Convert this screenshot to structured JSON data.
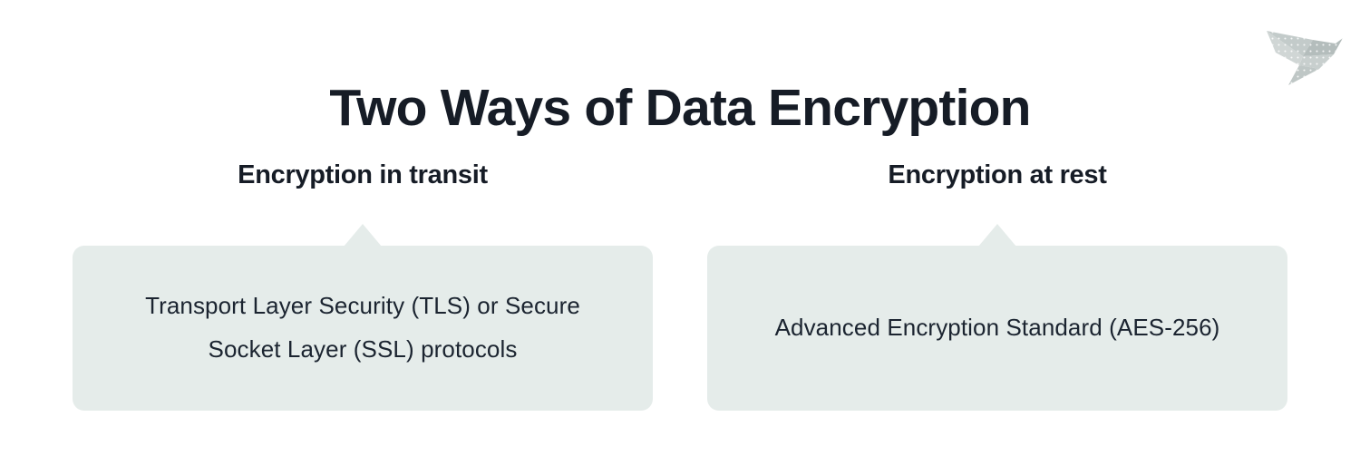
{
  "page": {
    "title": "Two Ways of Data Encryption",
    "background_color": "#ffffff",
    "title_color": "#161c26",
    "card_color": "#e5ecea",
    "body_text_color": "#1b2430",
    "logo_color": "#b9c1c1"
  },
  "logo": {
    "name": "origami-bird-logo",
    "alt": "Origami bird logo"
  },
  "columns": [
    {
      "heading": "Encryption in transit",
      "card_text": "Transport Layer Security (TLS) or Secure Socket Layer (SSL) protocols"
    },
    {
      "heading": "Encryption at rest",
      "card_text": "Advanced Encryption Standard (AES-256)"
    }
  ]
}
